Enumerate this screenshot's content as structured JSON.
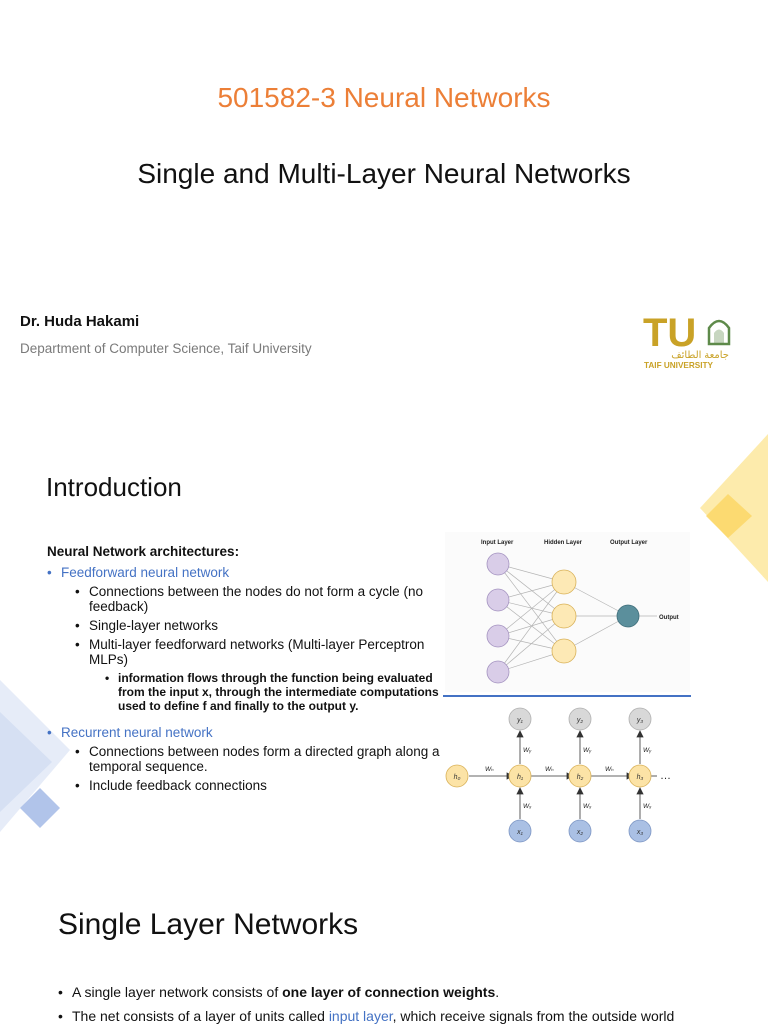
{
  "slide1": {
    "course_code": "501582-3",
    "course_name": "Neural Networks",
    "lecture_title": "Single and Multi-Layer Neural Networks",
    "author": "Dr. Huda Hakami",
    "affiliation": "Department of Computer Science, Taif University",
    "logo": {
      "mark": "TU",
      "arabic": "جامعة الطائف",
      "english": "TAIF UNIVERSITY",
      "gold": "#c9a227",
      "green": "#5e8a4a"
    }
  },
  "slide2": {
    "title": "Introduction",
    "heading": "Neural Network architectures:",
    "feedforward": {
      "label": "Feedforward neural network",
      "points": [
        "Connections between the nodes do not form a cycle (no feedback)",
        "Single-layer networks",
        "Multi-layer feedforward networks (Multi-layer Perceptron MLPs)"
      ],
      "subpoint": "information flows through the function being evaluated from the input x, through the intermediate computations used to define f and finally to the output y."
    },
    "recurrent": {
      "label": "Recurrent neural network",
      "points": [
        "Connections between nodes form a directed graph along a temporal sequence.",
        "Include feedback connections"
      ]
    },
    "mlp_diagram": {
      "input_label": "Input Layer",
      "hidden_label": "Hidden Layer",
      "output_layer_label": "Output Layer",
      "output_label": "Output",
      "colors": {
        "input": "#d9cde8",
        "hidden": "#fde9b5",
        "output": "#5b8f9c"
      }
    },
    "rnn_diagram": {
      "h0": "h₀",
      "hidden": [
        "h₁",
        "h₂",
        "h₃"
      ],
      "outputs": [
        "y₁",
        "y₂",
        "y₃"
      ],
      "inputs": [
        "x₁",
        "x₂",
        "x₃"
      ],
      "wh": "Wₕ",
      "wy": "Wᵧ",
      "wx": "Wₓ",
      "ellipsis": "…",
      "colors": {
        "hidden": "#fce3a6",
        "output": "#d8d8d8",
        "input": "#aac0e4"
      }
    }
  },
  "slide3": {
    "title": "Single Layer Networks",
    "bullet1_pre": "A single layer network consists of ",
    "bullet1_bold": "one layer of connection weights",
    "bullet1_post": ".",
    "bullet2_pre": "The net consists of a layer of units called ",
    "bullet2_link": "input layer",
    "bullet2_post": ", which receive signals from the outside world"
  }
}
